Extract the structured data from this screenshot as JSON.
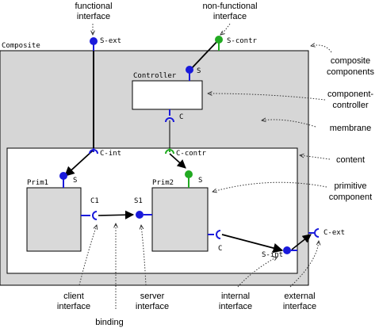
{
  "colors": {
    "membrane_fill": "#d6d6d6",
    "content_fill": "#ffffff",
    "component_fill": "#d9d9d9",
    "functional_port": "#1a1adb",
    "nonfunctional_port": "#22aa22",
    "binding_line": "#000000",
    "annotation_arrow": "#333333"
  },
  "composite": {
    "label": "Composite"
  },
  "controller": {
    "label": "Controller",
    "server_port": "S",
    "client_port": "C"
  },
  "prim1": {
    "label": "Prim1",
    "server_port": "S",
    "client_port": "C1"
  },
  "prim2": {
    "label": "Prim2",
    "server_port": "S",
    "client_port": "C"
  },
  "ports": {
    "s_ext": "S-ext",
    "s_contr": "S-contr",
    "c_int": "C-int",
    "c_contr": "C-contr",
    "s1": "S1",
    "s_int": "S-int",
    "c_ext": "C-ext"
  },
  "annotations": {
    "functional_interface": [
      "functional",
      "interface"
    ],
    "nonfunctional_interface": [
      "non-functional",
      "interface"
    ],
    "composite_components": [
      "composite",
      "components"
    ],
    "component_controller": [
      "component-",
      "controller"
    ],
    "membrane": [
      "membrane"
    ],
    "content": [
      "content"
    ],
    "primitive_component": [
      "primitive",
      "component"
    ],
    "client_interface": [
      "client",
      "interface"
    ],
    "binding": [
      "binding"
    ],
    "server_interface": [
      "server",
      "interface"
    ],
    "internal_interface": [
      "internal",
      "interface"
    ],
    "external_interface": [
      "external",
      "interface"
    ]
  }
}
